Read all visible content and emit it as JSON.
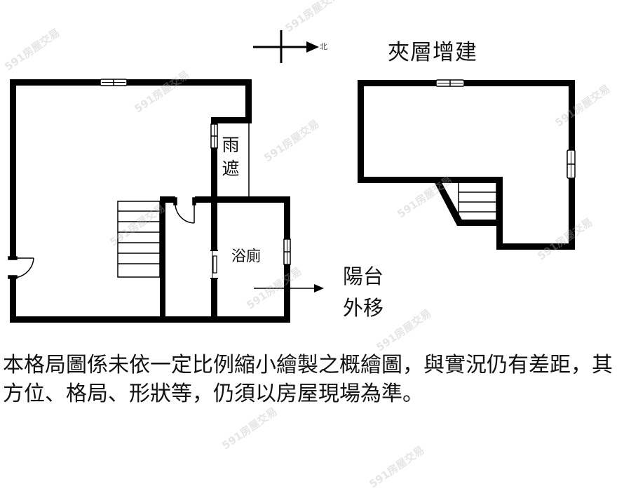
{
  "plans": {
    "mezzanine_title": "夾層增建",
    "north_label": "北",
    "rooms": {
      "rain_shelter": "雨遮",
      "bathroom": "浴廁"
    },
    "annotation": {
      "balcony_relocated": "陽台外移"
    }
  },
  "disclaimer": "本格局圖係未依一定比例縮小繪製之概繪圖，與實況仍有差距，其方位、格局、形狀等，仍須以房屋現場為準。",
  "watermark": "591房屋交易",
  "colors": {
    "wall": "#000000",
    "background": "#ffffff",
    "watermark": "#b4b4b4"
  }
}
